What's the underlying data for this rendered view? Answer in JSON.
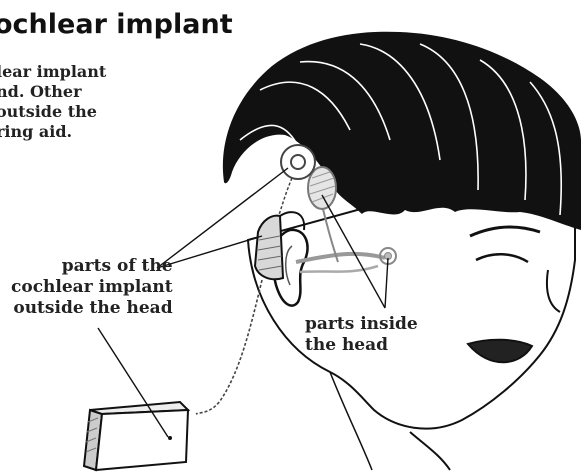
{
  "title": "ochlear implant",
  "intro_lines": [
    "lear implant",
    "nd. Other",
    "outside the",
    "ring aid."
  ],
  "labels": {
    "outside": [
      "parts of the",
      "cochlear implant",
      "outside the head"
    ],
    "inside": [
      "parts inside",
      "the head"
    ]
  }
}
